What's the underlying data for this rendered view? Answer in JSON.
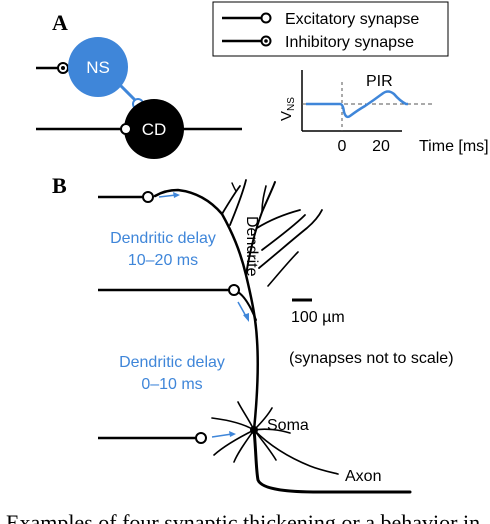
{
  "panel_a": {
    "label": "A",
    "legend": {
      "excitatory": "Excitatory synapse",
      "inhibitory": "Inhibitory synapse"
    },
    "ns_label": "NS",
    "cd_label": "CD",
    "inset": {
      "pir_label": "PIR",
      "y_label_main": "V",
      "y_label_sub": "NS",
      "x_ticks": [
        "0",
        "20"
      ],
      "x_label": "Time [ms]"
    }
  },
  "panel_b": {
    "label": "B",
    "delay_top_line1": "Dendritic delay",
    "delay_top_line2": "10–20 ms",
    "delay_bottom_line1": "Dendritic delay",
    "delay_bottom_line2": "0–10 ms",
    "dendrite_label": "Dendrite",
    "scale_label": "100 µm",
    "scale_note": "(synapses not to scale)",
    "soma_label": "Soma",
    "axon_label": "Axon"
  },
  "caption_fragment": "Examples of four synaptic  thickening or a behavior in"
}
